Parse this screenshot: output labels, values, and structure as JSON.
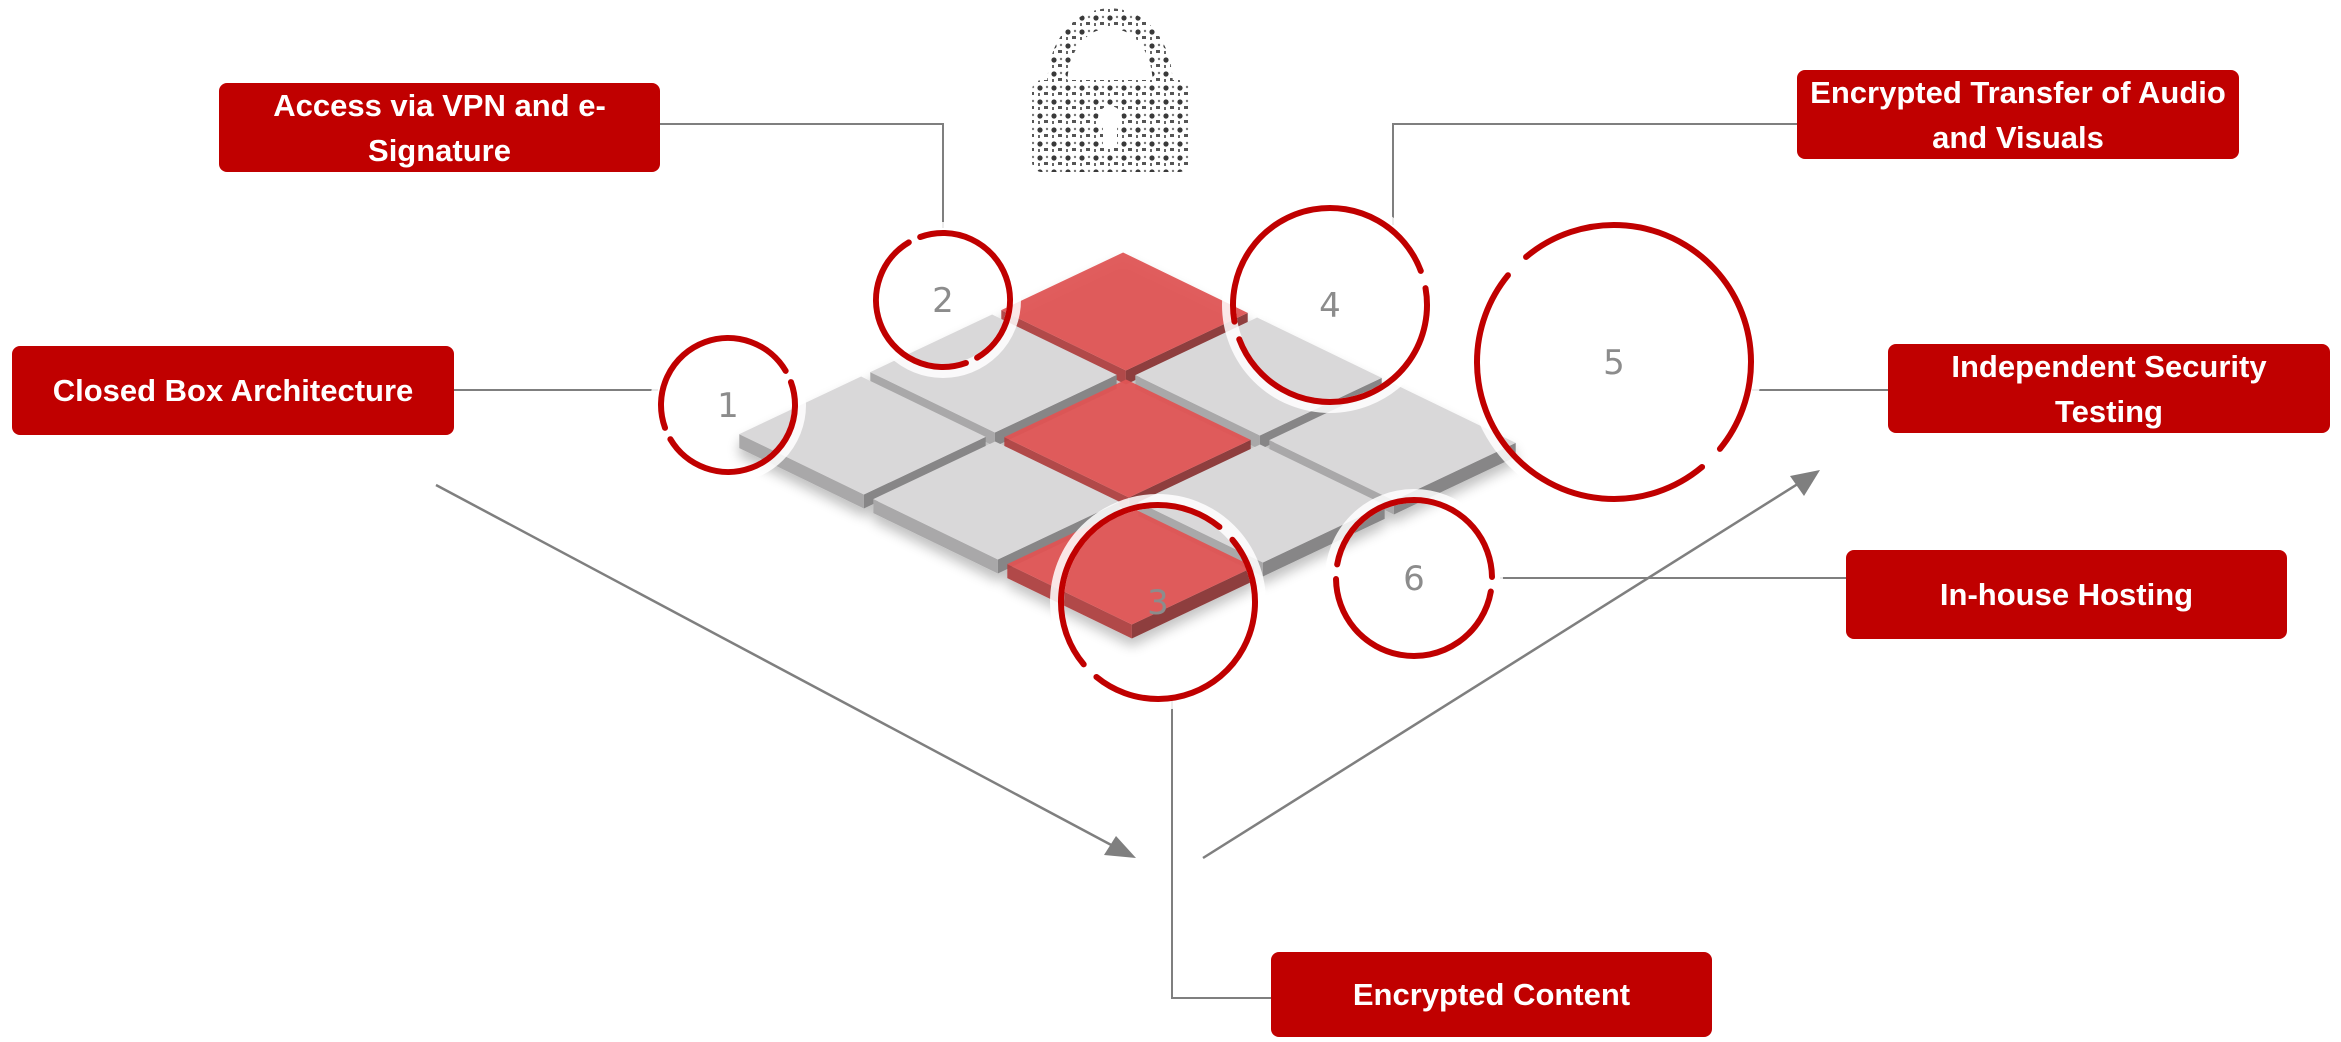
{
  "diagram": {
    "colors": {
      "accent": "#c00000",
      "tile_red": "#e05555",
      "tile_gray": "#d9d8d9",
      "connector": "#7f7f7f",
      "number": "#8c8c8c"
    },
    "lock_icon": "padlock-icon",
    "features": [
      {
        "number": "1",
        "label": "Closed Box Architecture"
      },
      {
        "number": "2",
        "label": "Access via VPN and e-Signature"
      },
      {
        "number": "3",
        "label": "Encrypted Content"
      },
      {
        "number": "4",
        "label": "Encrypted Transfer of Audio and Visuals"
      },
      {
        "number": "5",
        "label": "Independent Security Testing"
      },
      {
        "number": "6",
        "label": "In-house Hosting"
      }
    ]
  }
}
